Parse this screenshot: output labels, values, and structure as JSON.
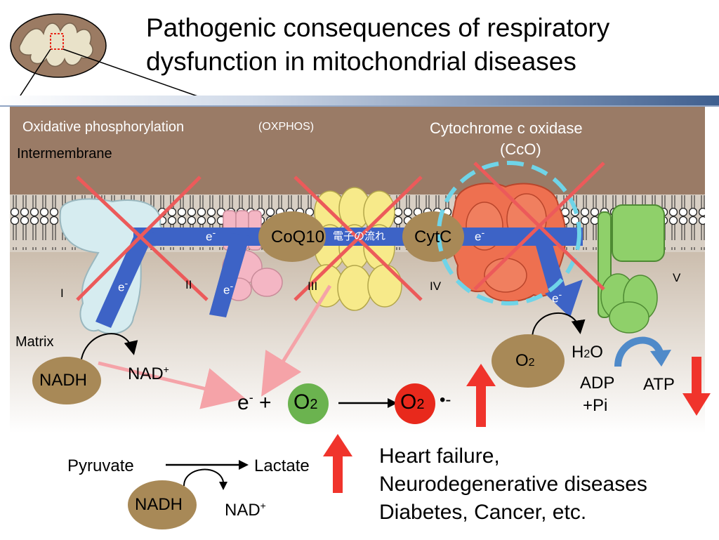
{
  "title": {
    "line1": "Pathogenic consequences of respiratory",
    "line2": "dysfunction in mitochondrial diseases"
  },
  "membrane": {
    "oxphos_label": "Oxidative phosphorylation",
    "oxphos_abbr": "(OXPHOS)",
    "intermembrane": "Intermembrane",
    "matrix": "Matrix",
    "cco_line1": "Cytochrome c oxidase",
    "cco_line2": "(CcO)"
  },
  "complexes": {
    "c1": "I",
    "c2": "II",
    "c3": "III",
    "c4": "IV",
    "c5": "V",
    "coq10": "CoQ10",
    "cytc": "CytC",
    "electron_flow": "電子の流れ",
    "electron": "e"
  },
  "reaction": {
    "nadh": "NADH",
    "nad_plus": "NAD",
    "e_minus": "e",
    "plus": "+",
    "o2": "O",
    "o2_sub": "2",
    "superoxide": "O",
    "superoxide_sub": "2",
    "radical": "•-",
    "h2o": "H",
    "h2o_sub": "2",
    "h2o_end": "O",
    "adp": "ADP",
    "pi": "+Pi",
    "atp": "ATP"
  },
  "lower": {
    "pyruvate": "Pyruvate",
    "lactate": "Lactate",
    "nadh": "NADH",
    "nad_plus": "NAD"
  },
  "diseases": {
    "line1": "Heart failure,",
    "line2": "Neurodegenerative diseases",
    "line3": "Diabetes, Cancer, etc."
  },
  "colors": {
    "membrane_brown": "#9a7b66",
    "matrix_tan": "#e6ddd2",
    "electron_blue": "#3d63c6",
    "cross_red": "#ec5a5a",
    "arrow_red": "#f0342c",
    "badge_brown": "#a88957",
    "o2_green": "#6bb34f",
    "superoxide_red": "#e8291c",
    "dash_cyan": "#6fd4e8"
  }
}
